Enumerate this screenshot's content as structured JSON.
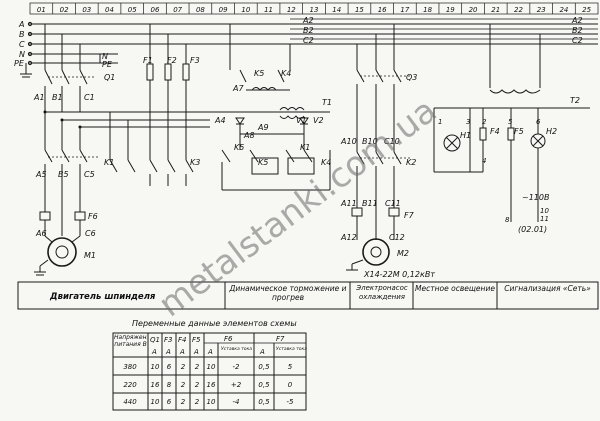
{
  "column_numbers": [
    "01",
    "02",
    "03",
    "04",
    "05",
    "06",
    "07",
    "08",
    "09",
    "10",
    "11",
    "12",
    "13",
    "14",
    "15",
    "16",
    "17",
    "18",
    "19",
    "20",
    "21",
    "22",
    "23",
    "24",
    "25"
  ],
  "supply_left": [
    "A",
    "B",
    "C",
    "N",
    "PE"
  ],
  "supply_right": [
    "A2",
    "B2",
    "C2"
  ],
  "supply_right_lower": [
    "A2",
    "B2",
    "C2"
  ],
  "components": {
    "q1": "Q1",
    "f1": "F1",
    "f2": "F2",
    "f3": "F3",
    "k1_main": "K1",
    "k1_aux": "K1",
    "k2": "K2",
    "k3": "K3",
    "k4": "K4",
    "k5": "K5",
    "k4_top": "K4",
    "k5_top": "K5",
    "q3": "Q3",
    "t1": "T1",
    "t2": "T2",
    "a7": "A7",
    "a4": "A4",
    "a8": "A8",
    "a9": "A9",
    "v1": "V1",
    "v2": "V2",
    "f4": "F4",
    "f5": "F5",
    "f6": "F6",
    "f7": "F7",
    "h1": "H1",
    "h2": "H2",
    "m1": "M1",
    "m2": "M2"
  },
  "node_labels": {
    "a1": "A1",
    "b1": "B1",
    "c1": "C1",
    "a5": "A5",
    "b5": "B5",
    "c5": "C5",
    "a6": "A6",
    "c6": "C6",
    "a10": "A10",
    "b10": "B10",
    "c10": "C10",
    "a11": "A11",
    "b11": "B11",
    "c11": "C11",
    "a12": "A12",
    "c12": "C12",
    "n1": "1",
    "n2": "2",
    "n3": "3",
    "n4": "4",
    "n5": "5",
    "n6": "6",
    "n8": "8",
    "n10": "10",
    "n11": "11"
  },
  "annotations": {
    "m2_spec": "Х14-22М   0,12кВт",
    "voltage_110": "~110В",
    "code_0201": "(02.01)"
  },
  "legend": [
    "Двигатель шпинделя",
    "Динамическое торможение и прогрев",
    "Электронасос охлаждения",
    "Местное освещение",
    "Сигнализация «Сеть»"
  ],
  "watermark": "metalstanki.com.ua",
  "table": {
    "title": "Переменные данные элементов схемы",
    "header_top": [
      "Напряжение питания В",
      "Q1",
      "F3",
      "F4",
      "F5",
      "F6",
      "F7"
    ],
    "header_sub": [
      "A",
      "A",
      "A",
      "A",
      "A",
      "Уставка тока",
      "A",
      "Уставка тока"
    ],
    "rows": [
      [
        "380",
        "10",
        "6",
        "2",
        "2",
        "10",
        "-2",
        "0,5",
        "5"
      ],
      [
        "220",
        "16",
        "8",
        "2",
        "2",
        "16",
        "+2",
        "0,5",
        "0"
      ],
      [
        "440",
        "10",
        "6",
        "2",
        "2",
        "10",
        "-4",
        "0,5",
        "-5"
      ]
    ]
  }
}
